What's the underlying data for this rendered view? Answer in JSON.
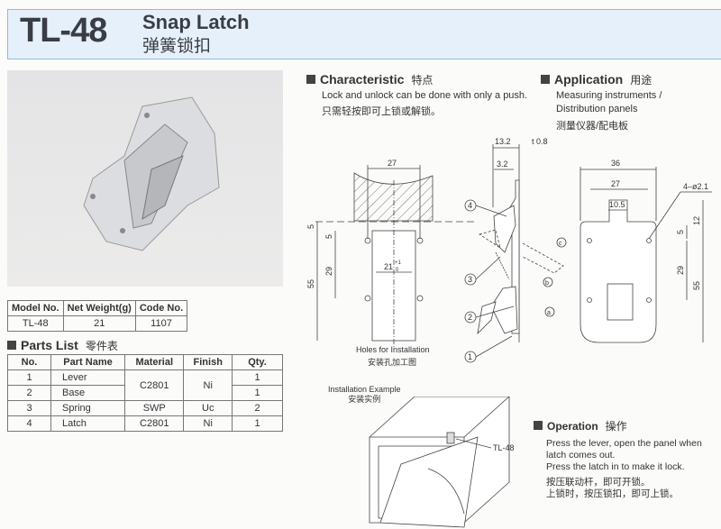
{
  "header": {
    "model": "TL-48",
    "title_en": "Snap Latch",
    "title_cn": "弹簧锁扣"
  },
  "model_table": {
    "headers": [
      "Model No.",
      "Net Weight(g)",
      "Code No."
    ],
    "row": [
      "TL-48",
      "21",
      "1107"
    ]
  },
  "parts_list": {
    "title": "Parts List",
    "title_cn": "零件表",
    "headers": [
      "No.",
      "Part Name",
      "Material",
      "Finish",
      "Qty."
    ],
    "rows": [
      {
        "no": "1",
        "name": "Lever",
        "material": "C2801",
        "finish": "Ni",
        "qty": "1"
      },
      {
        "no": "2",
        "name": "Base",
        "qty": "1"
      },
      {
        "no": "3",
        "name": "Spring",
        "material": "SWP",
        "finish": "Uc",
        "qty": "2"
      },
      {
        "no": "4",
        "name": "Latch",
        "material": "C2801",
        "finish": "Ni",
        "qty": "1"
      }
    ]
  },
  "characteristic": {
    "title": "Characteristic",
    "title_cn": "特点",
    "text_en": "Lock and unlock can be done with only a push.",
    "text_cn": "只需轻按即可上锁或解锁。"
  },
  "application": {
    "title": "Application",
    "title_cn": "用途",
    "line1": "Measuring instruments /",
    "line2": "Distribution panels",
    "text_cn": "测量仪器/配电板"
  },
  "holes": {
    "caption_en": "Holes for Installation",
    "caption_cn": "安装孔加工图",
    "d27": "27",
    "d5a": "5",
    "d5b": "5",
    "d29": "29",
    "d55": "55",
    "d21": "21",
    "tol": "+1",
    "tol0": "0"
  },
  "side": {
    "d132": "13.2",
    "dt": "t 0.8",
    "d32": "3.2",
    "c1": "1",
    "c2": "2",
    "c3": "3",
    "c4": "4",
    "a": "a",
    "b": "b",
    "c": "c"
  },
  "front": {
    "d36": "36",
    "d27": "27",
    "d105": "10.5",
    "holes": "4–ø2.1",
    "d5": "5",
    "d12": "12",
    "d29": "29",
    "d55": "55"
  },
  "install": {
    "title_en": "Installation Example",
    "title_cn": "安装实例",
    "label": "TL-48"
  },
  "operation": {
    "title": "Operation",
    "title_cn": "操作",
    "line1": "Press the lever, open the panel when",
    "line2": "latch comes out.",
    "line3": "Press the latch in to make it lock.",
    "cn1": "按压联动杆，即可开锁。",
    "cn2": "上锁时，按压锁扣，即可上锁。"
  }
}
